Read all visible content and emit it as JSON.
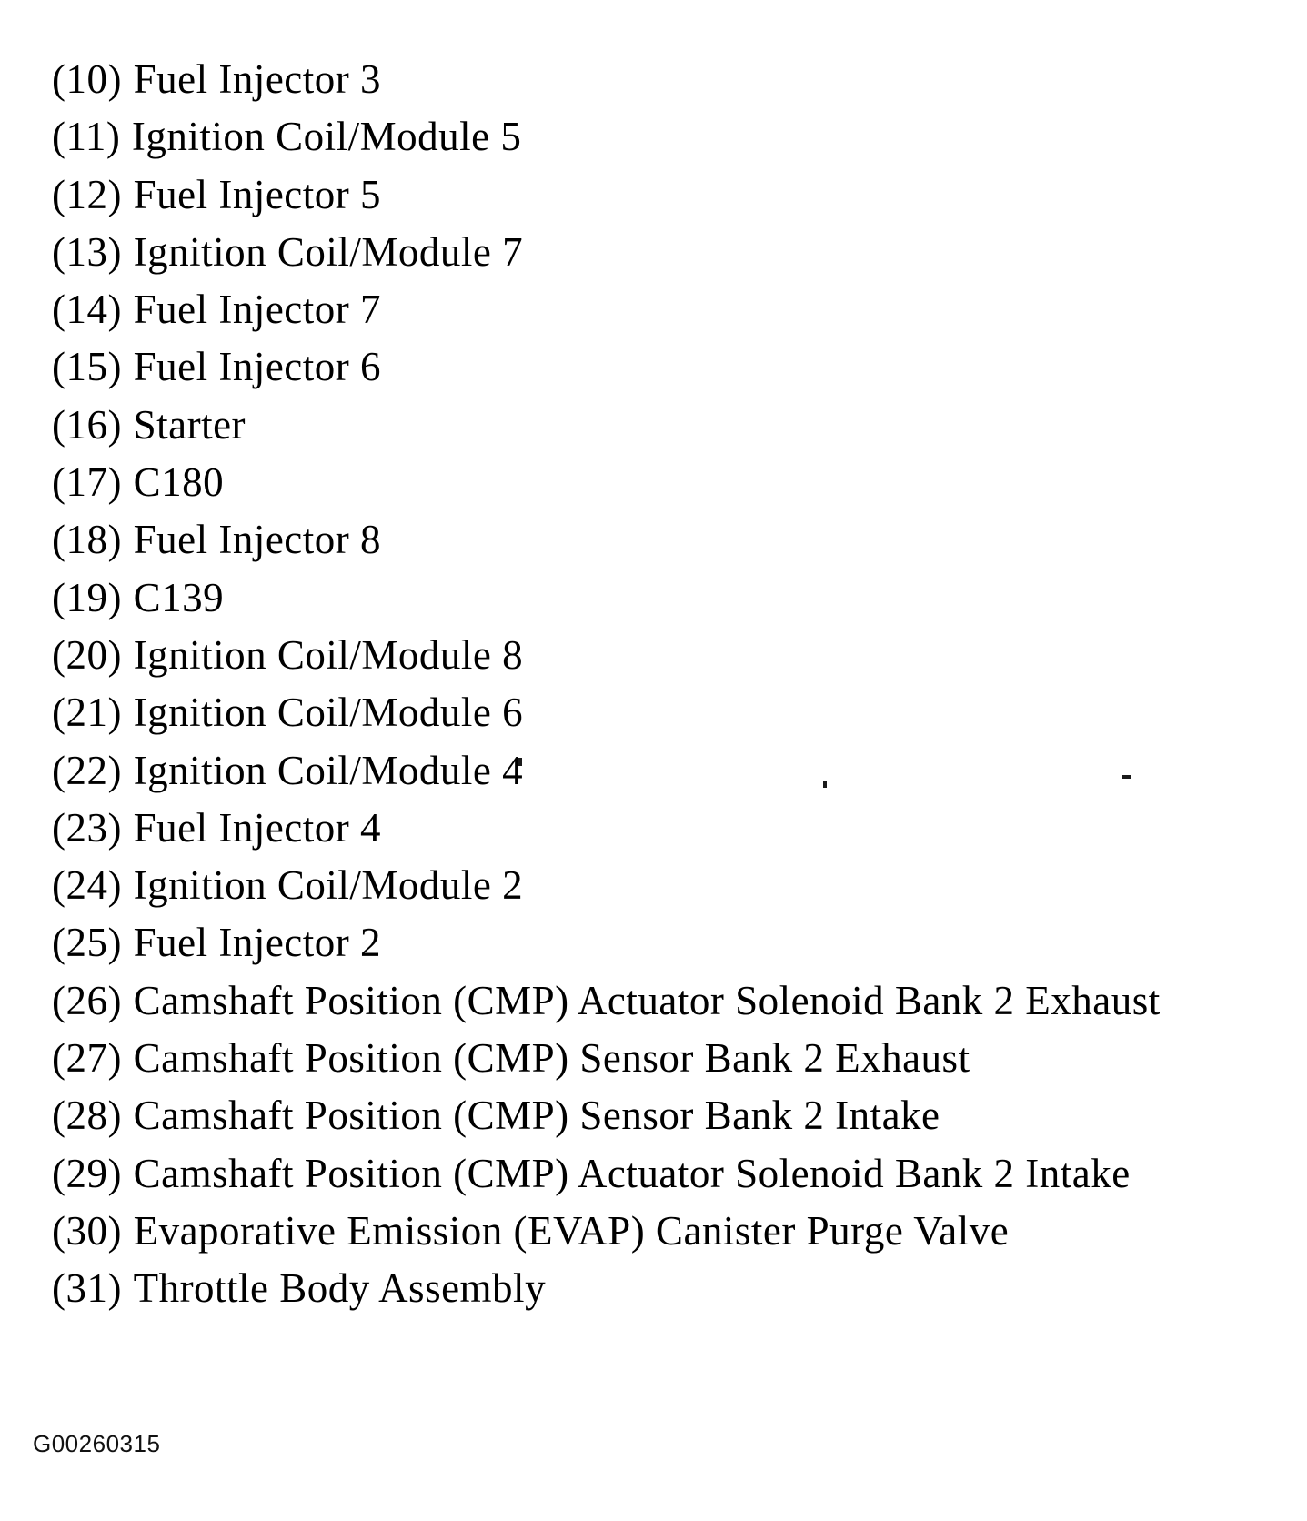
{
  "document": {
    "colors": {
      "text": "#000000",
      "background": "#ffffff"
    },
    "list": {
      "items": [
        {
          "num": "(10)",
          "label": "Fuel Injector 3"
        },
        {
          "num": "(11)",
          "label": "Ignition Coil/Module 5"
        },
        {
          "num": "(12)",
          "label": "Fuel Injector 5"
        },
        {
          "num": "(13)",
          "label": "Ignition Coil/Module 7"
        },
        {
          "num": "(14)",
          "label": "Fuel Injector 7"
        },
        {
          "num": "(15)",
          "label": "Fuel Injector 6"
        },
        {
          "num": "(16)",
          "label": "Starter"
        },
        {
          "num": "(17)",
          "label": "C180"
        },
        {
          "num": "(18)",
          "label": "Fuel Injector 8"
        },
        {
          "num": "(19)",
          "label": "C139"
        },
        {
          "num": "(20)",
          "label": "Ignition Coil/Module 8"
        },
        {
          "num": "(21)",
          "label": "Ignition Coil/Module 6"
        },
        {
          "num": "(22)",
          "label": "Ignition Coil/Module 4"
        },
        {
          "num": "(23)",
          "label": "Fuel Injector 4"
        },
        {
          "num": "(24)",
          "label": "Ignition Coil/Module 2"
        },
        {
          "num": "(25)",
          "label": "Fuel Injector 2"
        },
        {
          "num": "(26)",
          "label": "Camshaft Position (CMP) Actuator Solenoid Bank 2 Exhaust"
        },
        {
          "num": "(27)",
          "label": "Camshaft Position (CMP) Sensor Bank 2 Exhaust"
        },
        {
          "num": "(28)",
          "label": "Camshaft Position (CMP) Sensor Bank 2 Intake"
        },
        {
          "num": "(29)",
          "label": "Camshaft Position (CMP) Actuator Solenoid Bank 2 Intake"
        },
        {
          "num": "(30)",
          "label": "Evaporative Emission (EVAP) Canister Purge Valve"
        },
        {
          "num": "(31)",
          "label": "Throttle Body Assembly"
        }
      ]
    },
    "footer_code": "G00260315"
  }
}
